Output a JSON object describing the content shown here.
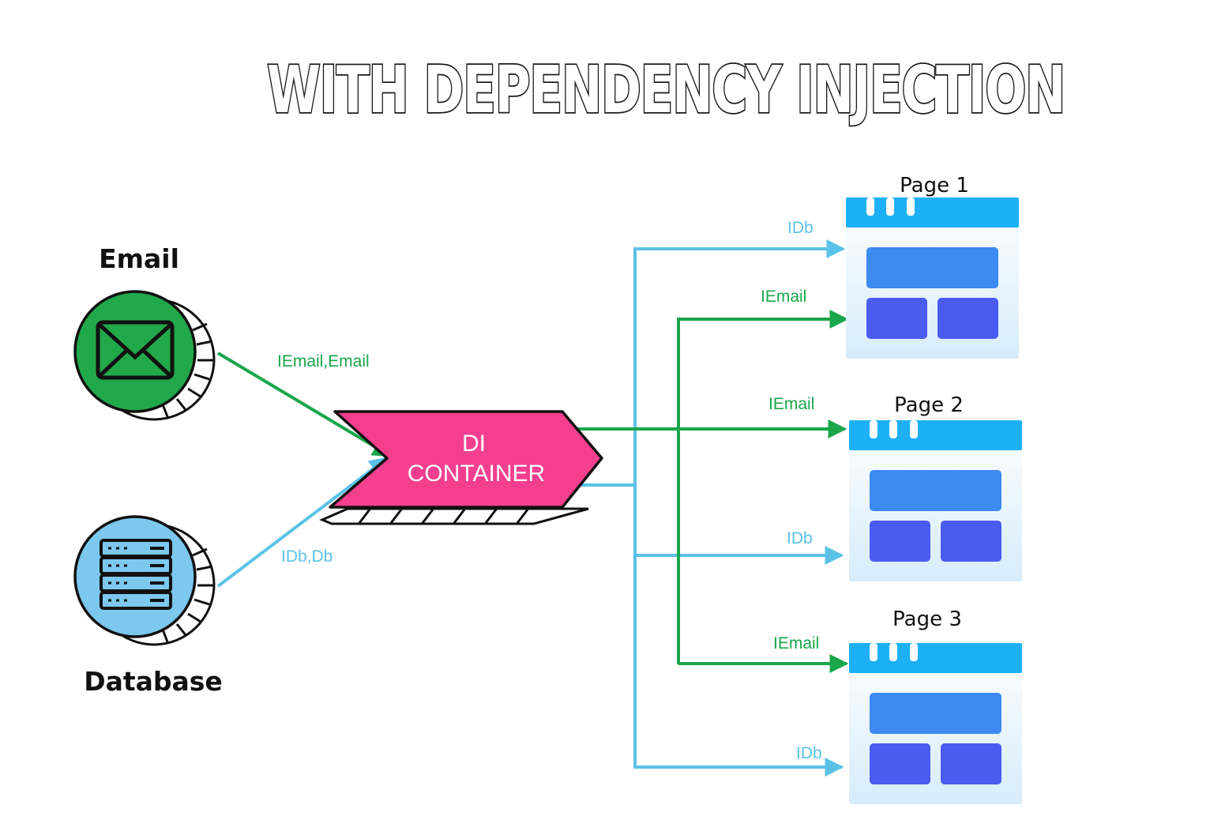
{
  "title": "WITH DEPENDENCY INJECTION",
  "colors": {
    "green": "#1aa64a",
    "blue": "#5bc2e7",
    "pink": "#f43f8f",
    "email_circle": "#21a84a",
    "db_circle": "#7cc8ee",
    "page_header": "#1eb0f5",
    "page_block_light": "#3d8af0",
    "page_block_dark": "#4a5cf0",
    "page_body": "#e6f3fd"
  },
  "sources": {
    "email": {
      "label": "Email",
      "icon": "envelope-icon"
    },
    "database": {
      "label": "Database",
      "icon": "server-rack-icon"
    }
  },
  "container": {
    "line1": "DI",
    "line2": "CONTAINER"
  },
  "source_edges": {
    "email": {
      "label": "IEmail,Email"
    },
    "database": {
      "label": "IDb,Db"
    }
  },
  "pages": [
    {
      "label": "Page 1",
      "db_label": "IDb",
      "email_label": "IEmail"
    },
    {
      "label": "Page 2",
      "db_label": "IDb",
      "email_label": "IEmail"
    },
    {
      "label": "Page 3",
      "db_label": "IDb",
      "email_label": "IEmail"
    }
  ]
}
